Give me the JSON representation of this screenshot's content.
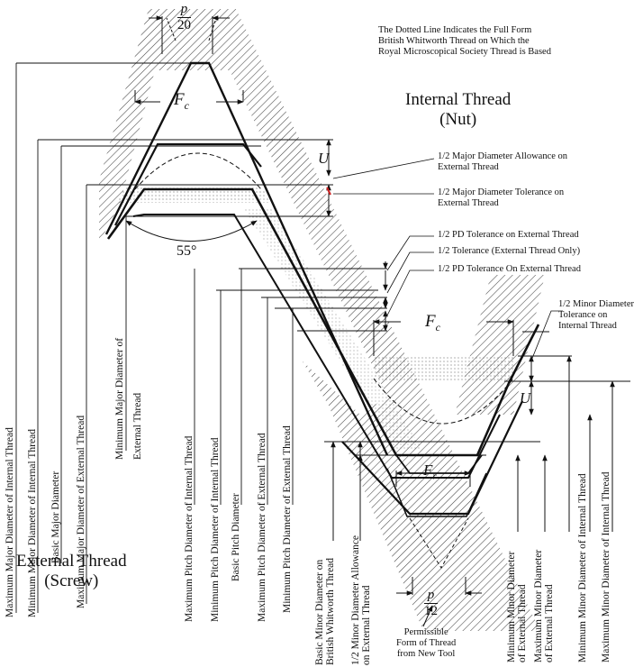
{
  "notes": {
    "dotted_line": [
      "The Dotted Line Indicates the Full Form",
      "British Whitworth Thread on Which the",
      "Royal Microscopical Society Thread is Based"
    ],
    "internal_thread": [
      "Internal Thread",
      "(Nut)"
    ],
    "external_thread": [
      "External Thread",
      "(Screw)"
    ],
    "permissible": [
      "Permissible",
      "Form of Thread",
      "from New Tool"
    ]
  },
  "symbols": {
    "p20_num": "p",
    "p20_den": "20",
    "p12_num": "p",
    "p12_den": "12",
    "fc": "F",
    "fc_sub": "c",
    "fr": "F",
    "fr_sub": "r",
    "u": "U",
    "angle": "55°"
  },
  "callouts": {
    "major_allowance": [
      "1/2 Major Diameter Allowance on",
      "External Thread"
    ],
    "major_tolerance": [
      "1/2 Major Diameter Tolerance on",
      "External Thread"
    ],
    "pd_tol_1": "1/2 PD Tolerance on External Thread",
    "tol_ext_only": "1/2 Tolerance (External Thread Only)",
    "pd_tol_2": "1/2 PD Tolerance On External Thread",
    "minor_tolerance": [
      "1/2 Minor Diameter",
      "Tolerance on",
      "Internal Thread"
    ]
  },
  "left_labels": {
    "max_major_int": "Maximum Major Diameter of Internal Thread",
    "min_major_int": "Minimum Major Diameter of Internal Thread",
    "basic_major": "Basic Major Diameter",
    "max_major_ext": "Maximum Major Diameter of External Thread",
    "min_major_ext": [
      "Minimum Major Diameter of",
      "External Thread"
    ]
  },
  "pitch_labels": {
    "max_pitch_int": "Maximum Pitch Diameter of Internal Thread",
    "min_pitch_int": "Minimum Pitch Diameter of Internal Thread",
    "basic_pitch": "Basic Pitch Diameter",
    "max_pitch_ext": "Maximum Pitch Diameter of External Thread",
    "min_pitch_ext": "Minimum Pitch Diameter of External Thread"
  },
  "bottom_labels": {
    "basic_minor_bw": [
      "Basic Minor Diameter on",
      "British Whitworth Thread"
    ],
    "minor_allowance": [
      "1/2 Minor Diameter Allowance",
      "on External Thread"
    ],
    "min_minor_ext": [
      "Minimum Minor Diameter",
      "of External Thread"
    ],
    "max_minor_ext": [
      "Maximum Minor Diameter",
      "of External Thread"
    ],
    "min_minor_int": "Minimum Minor Diameter of Internal Thread",
    "max_minor_int": "Maximum Minor Diameter of Internal Thread"
  },
  "colors": {
    "ink": "#111111",
    "accent": "#cc2222"
  }
}
